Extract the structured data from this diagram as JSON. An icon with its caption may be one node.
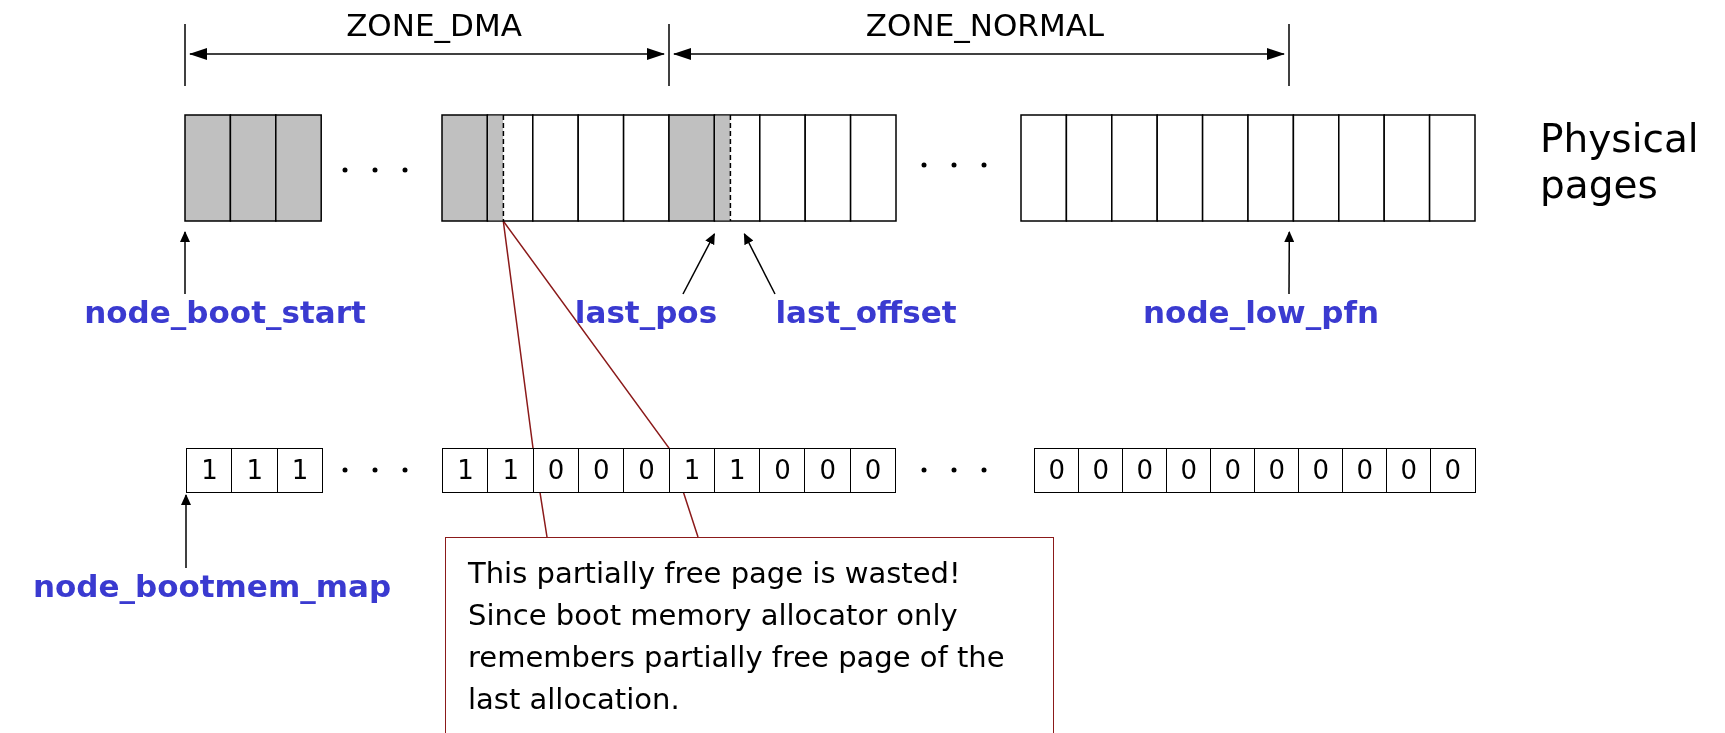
{
  "diagram": {
    "nodes": [
      {
        "text": [
          "node_boot_start"
        ]
      },
      {
        "text": [
          "last_pos"
        ]
      },
      {
        "text": [
          "last_offset"
        ]
      },
      {
        "text": [
          "node_low_pfn"
        ]
      },
      {
        "text": [
          "node_bootmem_map"
        ]
      },
      {
        "text": [
          "This partially free page is wasted! Since boot memory allocator only remembers partially free page of the last allocation."
        ]
      },
      {
        "text": [],
        "shape": "box"
      },
      {
        "text": [],
        "shape": "box"
      },
      {
        "text": [],
        "shape": "box"
      },
      {
        "text": [],
        "shape": "box"
      },
      {
        "text": [],
        "shape": "box"
      },
      {
        "text": [],
        "shape": "box"
      },
      {
        "text": [],
        "shape": "box"
      },
      {
        "text": [],
        "shape": "box"
      },
      {
        "text": [],
        "shape": "box"
      },
      {
        "text": [],
        "shape": "box"
      },
      {
        "text": [],
        "shape": "box"
      },
      {
        "text": [],
        "shape": "box"
      },
      {
        "text": [],
        "shape": "box"
      },
      {
        "text": [],
        "shape": "box"
      },
      {
        "text": [],
        "shape": "box"
      },
      {
        "text": [],
        "shape": "box"
      },
      {
        "text": [],
        "shape": "box"
      },
      {
        "text": [],
        "shape": "box"
      },
      {
        "text": [],
        "shape": "box"
      },
      {
        "text": [],
        "shape": "box"
      },
      {
        "text": [],
        "shape": "box"
      },
      {
        "text": [],
        "shape": "box"
      },
      {
        "text": [],
        "shape": "box"
      },
      {
        "text": [
          "1"
        ]
      },
      {
        "text": [
          "1"
        ]
      },
      {
        "text": [
          "1"
        ]
      },
      {
        "text": [
          "1"
        ]
      },
      {
        "text": [
          "1"
        ]
      },
      {
        "text": [
          "0"
        ]
      },
      {
        "text": [
          "0"
        ]
      },
      {
        "text": [
          "0"
        ]
      },
      {
        "text": [
          "1"
        ]
      },
      {
        "text": [
          "1"
        ]
      },
      {
        "text": [
          "0"
        ]
      },
      {
        "text": [
          "0"
        ]
      },
      {
        "text": [
          "0"
        ]
      },
      {
        "text": [
          "0"
        ]
      },
      {
        "text": [
          "0"
        ]
      },
      {
        "text": [
          "0"
        ]
      },
      {
        "text": [
          "0"
        ]
      },
      {
        "text": [
          "0"
        ]
      },
      {
        "text": [
          "0"
        ]
      },
      {
        "text": [
          "0"
        ]
      },
      {
        "text": [
          "0"
        ]
      },
      {
        "text": [
          "0"
        ]
      },
      {
        "text": [
          "0"
        ]
      }
    ],
    "edges": [
      {
        "from": 0,
        "to": 6,
        "arrow": "to"
      },
      {
        "from": 1,
        "to": 14,
        "arrow": "to"
      },
      {
        "from": 2,
        "to": 15,
        "arrow": "to"
      },
      {
        "from": 3,
        "to": 24,
        "arrow": "to"
      },
      {
        "from": 4,
        "to": 29,
        "arrow": "to"
      },
      {
        "from": 5,
        "to": 10,
        "arrow": "none",
        "color": "#8b1a1a"
      },
      {
        "from": 5,
        "to": 10,
        "arrow": "none",
        "color": "#8b1a1a"
      }
    ],
    "labels": [
      "ZONE_DMA",
      "ZONE_NORMAL",
      "Physical pages"
    ]
  }
}
